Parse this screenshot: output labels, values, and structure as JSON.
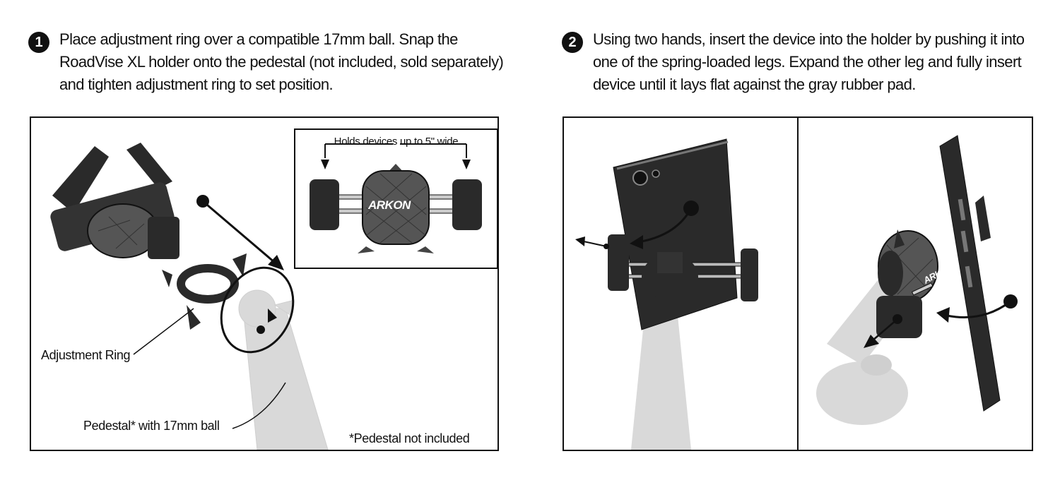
{
  "steps": [
    {
      "number": "1",
      "text": "Place adjustment ring over a compatible 17mm ball. Snap the RoadVise XL holder onto the pedestal (not included, sold separately) and tighten adjustment ring to set position."
    },
    {
      "number": "2",
      "text": "Using two hands, insert the device into the holder by pushing it into one of the spring-loaded legs. Expand the other leg and fully insert device until it lays flat against the gray rubber pad."
    }
  ],
  "panel1": {
    "inset_label": "Holds devices up to 5\" wide",
    "brand": "ARKON",
    "callouts": {
      "adjustment_ring": "Adjustment Ring",
      "pedestal": "Pedestal* with 17mm ball",
      "footnote": "*Pedestal not included"
    }
  },
  "panel2": {
    "brand": "ARKON"
  },
  "colors": {
    "ink": "#111111",
    "device_dark": "#2a2a2a",
    "pad": "#555555",
    "pedestal": "#d9d9d9"
  }
}
